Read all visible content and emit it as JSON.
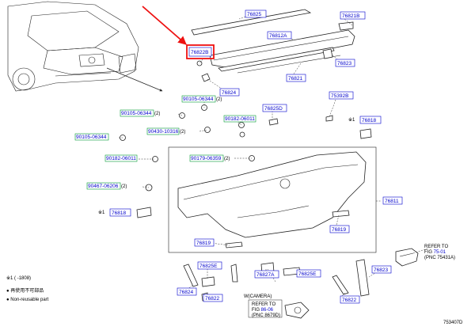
{
  "labels": {
    "p76825": "76825",
    "p76821B": "76821B",
    "p76822B": "76822B",
    "p76812A": "76812A",
    "p76823_top": "76823",
    "p76821": "76821",
    "p76824_top": "76824",
    "b90105_06344_top": "90105-06344",
    "b90105_06344_top_qty": "(2)",
    "p76825D": "76825D",
    "p75392B": "75392B",
    "b90105_06344_left": "90105-06344",
    "b90105_06344_left_qty": "(2)",
    "b90182_06011_mid": "90182-06011",
    "b90430_10316": "90430-10316",
    "b90430_10316_qty": "(2)",
    "p76818_right": "76818",
    "b90105_06344_mid": "90105-06344",
    "b90182_06011_left": "90182-06011",
    "b90179_06359": "90179-06359",
    "b90179_06359_qty": "(2)",
    "b90467_06206": "90467-06206",
    "b90467_06206_qty": "(2)",
    "p76811": "76811",
    "p76818_left": "76818",
    "p76819_right": "76819",
    "p76819_left": "76819",
    "p76825E_left": "76825E",
    "p76827A": "76827A",
    "p76825E_right": "76825E",
    "p76823_bottom": "76823",
    "p76824_bottom": "76824",
    "p76822_left": "76822",
    "p76822_right": "76822"
  },
  "marks": {
    "star_right": "※1",
    "star_left": "※1"
  },
  "refer_emblem": {
    "line1": "REFER TO",
    "line2_prefix": "FIG",
    "line2_link": "75-01",
    "line3": "(PNC 75431A)"
  },
  "refer_camera": {
    "title": "W(CAMERA)",
    "line1": "REFER TO",
    "line2_prefix": "FIG",
    "line2_link": "86-06",
    "line3": "(PNC 8679D)"
  },
  "notes": {
    "note1": "※1 (   -1808)",
    "note2": "● 再使用不可部品",
    "note3": "● Non-reusable part"
  },
  "figure_id": "753407D",
  "colors": {
    "callout_arrow": "#ee1111",
    "highlight_box": "#ee1111",
    "part_number_text": "#0000cc",
    "part_box_border": "#0000cc",
    "bolt_box_border": "#009933"
  }
}
